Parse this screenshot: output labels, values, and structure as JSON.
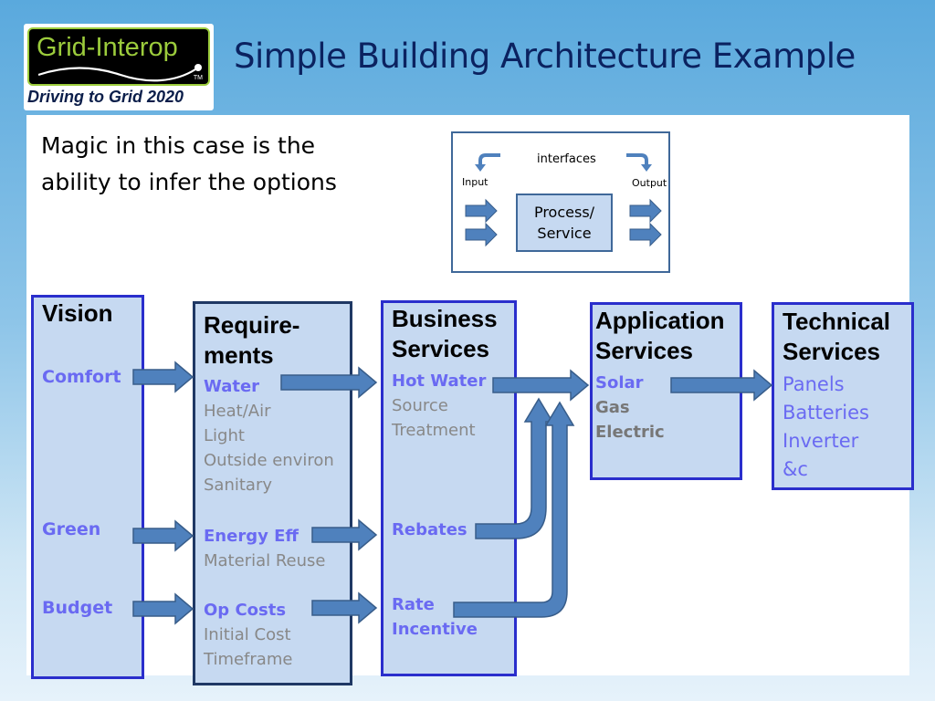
{
  "logo": {
    "name": "Grid-Interop",
    "tm": "TM",
    "tagline": "Driving to Grid 2020"
  },
  "title": "Simple Building Architecture Example",
  "intro": "Magic in this case is the ability to infer the options",
  "legend": {
    "interfaces": "interfaces",
    "input": "Input",
    "output": "Output",
    "process": "Process/ Service"
  },
  "columns": {
    "vision": {
      "title": "Vision",
      "items": [
        "Comfort",
        "Green",
        "Budget"
      ]
    },
    "requirements": {
      "title": "Require- ments",
      "items": [
        "Water",
        "Heat/Air",
        "Light",
        "Outside environ",
        "Sanitary",
        "Energy Eff",
        "Material Reuse",
        "Op Costs",
        "Initial Cost",
        "Timeframe"
      ]
    },
    "business": {
      "title": "Business Services",
      "items": [
        "Hot Water",
        "Source",
        "Treatment",
        "Rebates",
        "Rate Incentive"
      ]
    },
    "application": {
      "title": "Application Services",
      "items": [
        "Solar",
        "Gas",
        "Electric"
      ]
    },
    "technical": {
      "title": "Technical Services",
      "items": [
        "Panels",
        "Batteries",
        "Inverter",
        "&c"
      ]
    }
  },
  "colors": {
    "column_fill": "#c6d9f1",
    "column_border": "#2a2ecc",
    "arrow_fill": "#4f81bd",
    "arrow_stroke": "#385d8a",
    "highlight_text": "#6a6af2",
    "muted_text": "#888888",
    "title_text": "#0b2260"
  }
}
